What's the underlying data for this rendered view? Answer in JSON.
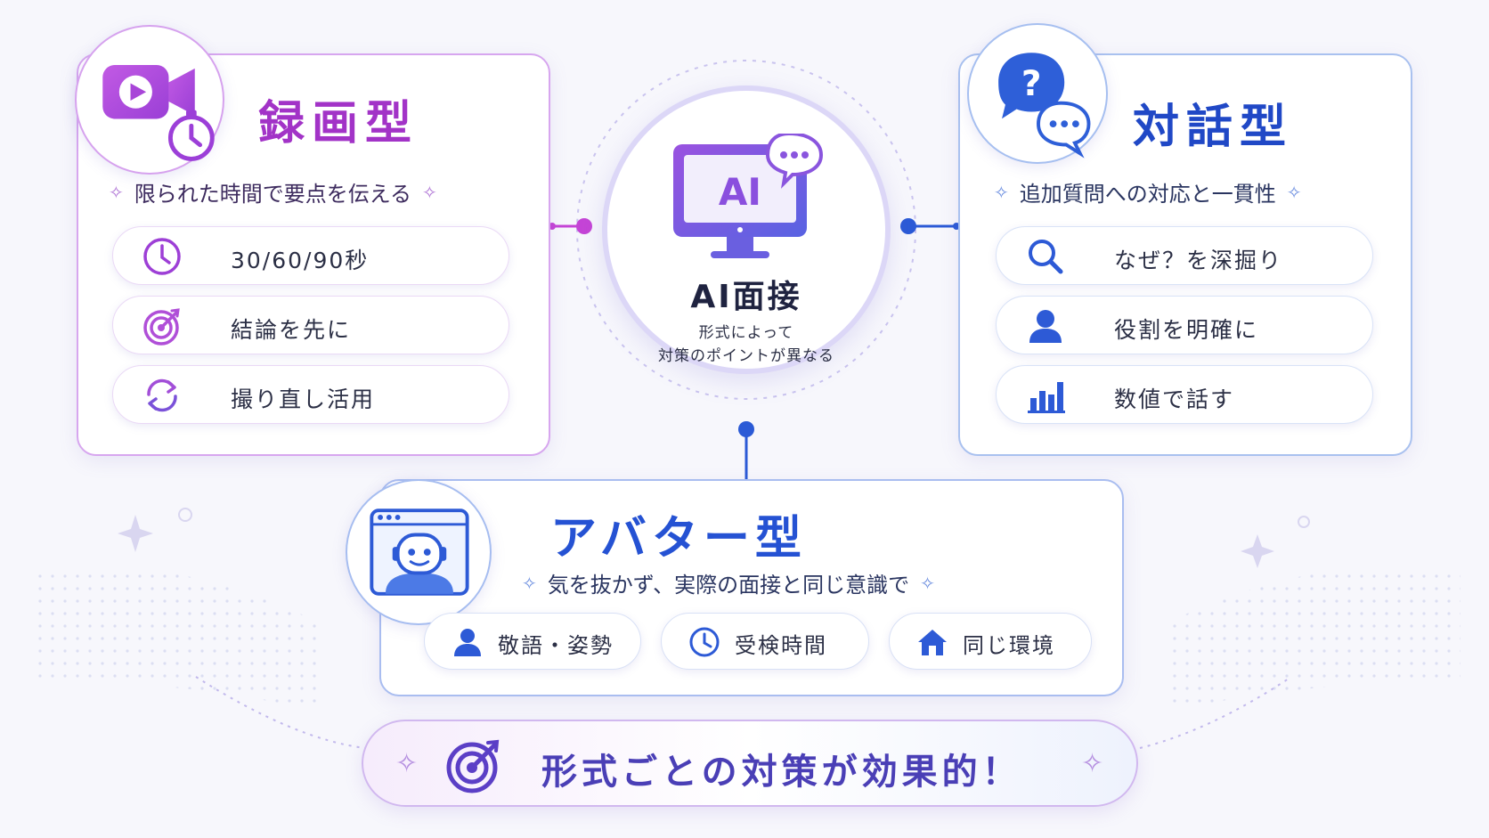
{
  "colors": {
    "recording": "#a233c7",
    "dialogue": "#2048c6",
    "avatar": "#2552d3",
    "center_ring": "#dcd7f7",
    "banner_text": "#4a3fb6"
  },
  "center": {
    "screen_text": "AI",
    "title": "AI面接",
    "subtitle_line1": "形式によって",
    "subtitle_line2": "対策のポイントが異なる"
  },
  "recording": {
    "title": "録画型",
    "subtitle": "限られた時間で要点を伝える",
    "badge_icon": "video-timer-icon",
    "items": [
      {
        "icon": "clock-icon",
        "label": "30/60/90秒"
      },
      {
        "icon": "target-icon",
        "label": "結論を先に"
      },
      {
        "icon": "refresh-icon",
        "label": "撮り直し活用"
      }
    ]
  },
  "dialogue": {
    "title": "対話型",
    "subtitle": "追加質問への対応と一貫性",
    "badge_icon": "question-chat-icon",
    "items": [
      {
        "icon": "search-icon",
        "label": "なぜ？を深掘り"
      },
      {
        "icon": "person-icon",
        "label": "役割を明確に"
      },
      {
        "icon": "bar-chart-icon",
        "label": "数値で話す"
      }
    ]
  },
  "avatar": {
    "title": "アバター型",
    "subtitle": "気を抜かず、実際の面接と同じ意識で",
    "badge_icon": "avatar-window-icon",
    "items": [
      {
        "icon": "person-icon",
        "label": "敬語・姿勢"
      },
      {
        "icon": "clock-icon",
        "label": "受検時間"
      },
      {
        "icon": "home-icon",
        "label": "同じ環境"
      }
    ]
  },
  "banner": {
    "icon": "target-icon",
    "text": "形式ごとの対策が効果的！"
  }
}
